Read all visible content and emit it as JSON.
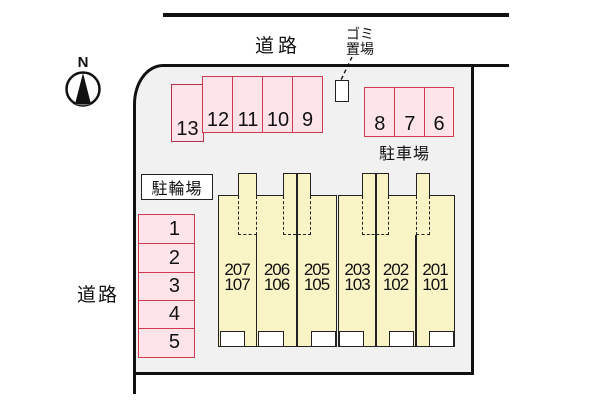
{
  "compass": {
    "north_label": "N"
  },
  "roads": {
    "top_label": "道路",
    "left_label": "道路"
  },
  "garbage": {
    "label_line1": "ゴミ",
    "label_line2": "置場"
  },
  "parking": {
    "area_label": "駐車場",
    "spaces_row": [
      "13",
      "12",
      "11",
      "10",
      "9",
      "8",
      "7",
      "6"
    ]
  },
  "bicycle": {
    "label": "駐輪場",
    "spaces": [
      "1",
      "2",
      "3",
      "4",
      "5"
    ]
  },
  "building": {
    "units": [
      {
        "upper": "207",
        "lower": "107"
      },
      {
        "upper": "206",
        "lower": "106"
      },
      {
        "upper": "205",
        "lower": "105"
      },
      {
        "upper": "203",
        "lower": "103"
      },
      {
        "upper": "202",
        "lower": "102"
      },
      {
        "upper": "201",
        "lower": "101"
      }
    ]
  },
  "colors": {
    "property_fill": "#f1f1f1",
    "parking_fill": "#fce4ea",
    "parking_border": "#cf3a50",
    "building_fill": "#f9f4c5",
    "boundary_line": "#111111"
  }
}
